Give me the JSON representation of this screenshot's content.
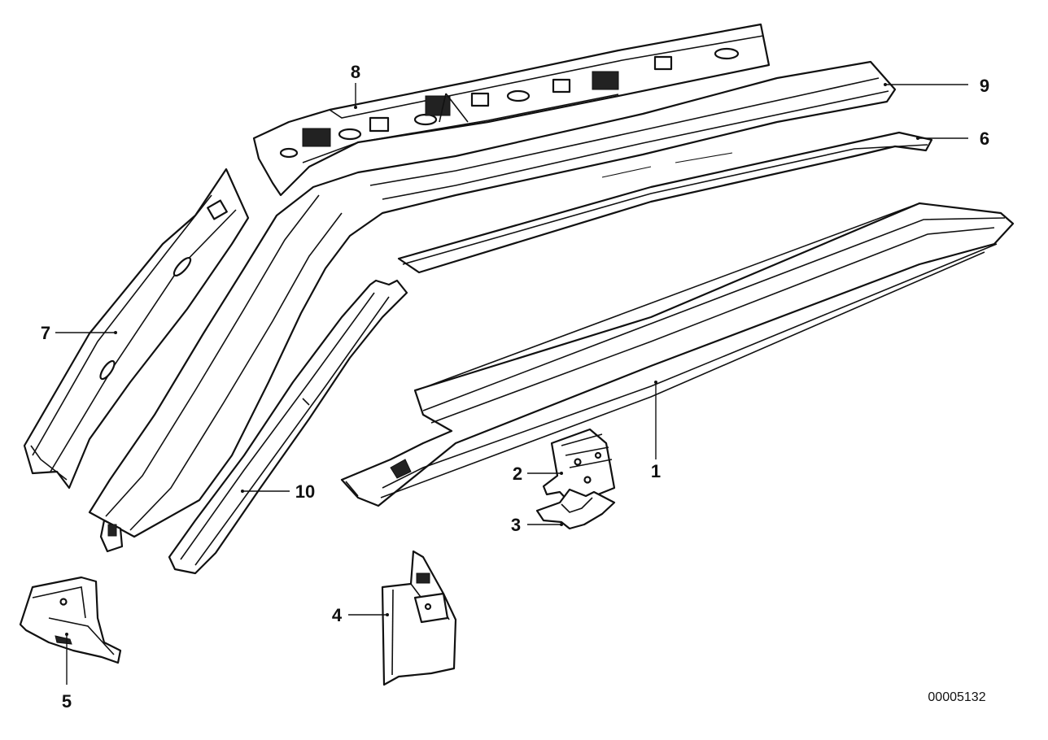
{
  "diagram": {
    "reference_number": "00005132",
    "callouts": [
      "1",
      "2",
      "3",
      "4",
      "5",
      "6",
      "7",
      "8",
      "9",
      "10"
    ]
  }
}
